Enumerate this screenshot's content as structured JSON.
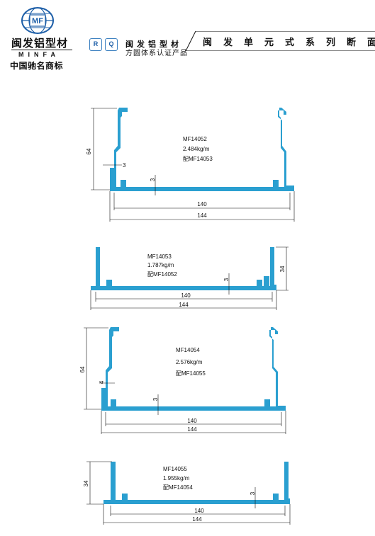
{
  "header": {
    "brand_name": "闽发铝型材",
    "brand_latin": "MINFA",
    "brand_subtitle": "中国驰名商标",
    "emblem_text": "MF",
    "cert_icons": [
      "R",
      "Q"
    ],
    "cert_line1": "闽发铝型材",
    "cert_line2": "方圆体系认证产品",
    "series_title": "闽发单元式系列断面"
  },
  "profiles": [
    {
      "code": "MF14052",
      "weight": "2.484kg/m",
      "pair": "配MF14053",
      "dims": {
        "height": "64",
        "wall": "3",
        "base": "3",
        "inner": "140",
        "outer": "144"
      }
    },
    {
      "code": "MF14053",
      "weight": "1.787kg/m",
      "pair": "配MF14052",
      "dims": {
        "height": "34",
        "base": "3",
        "inner": "140",
        "outer": "144"
      }
    },
    {
      "code": "MF14054",
      "weight": "2.576kg/m",
      "pair": "配MF14055",
      "dims": {
        "height": "64",
        "wall": "4",
        "base": "3",
        "inner": "140",
        "outer": "144"
      }
    },
    {
      "code": "MF14055",
      "weight": "1.955kg/m",
      "pair": "配MF14054",
      "dims": {
        "height": "34",
        "base": "3",
        "inner": "140",
        "outer": "144"
      }
    }
  ],
  "colors": {
    "profile": "#2a9fd0",
    "cert": "#1e5fa8",
    "ink": "#111111"
  }
}
